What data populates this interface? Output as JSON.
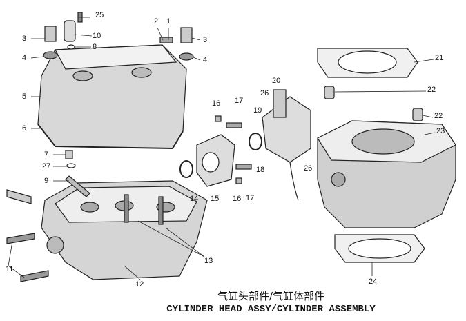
{
  "caption": {
    "chinese": "气缸头部件/气缸体部件",
    "english": "CYLINDER HEAD ASSY/CYLINDER ASSEMBLY"
  },
  "callouts": [
    "25",
    "10",
    "8",
    "3",
    "4",
    "5",
    "6",
    "2",
    "1",
    "3",
    "4",
    "7",
    "27",
    "9",
    "16",
    "17",
    "26",
    "20",
    "19",
    "18",
    "14",
    "15",
    "16",
    "17",
    "26",
    "21",
    "22",
    "22",
    "23",
    "24",
    "13",
    "12",
    "11"
  ]
}
